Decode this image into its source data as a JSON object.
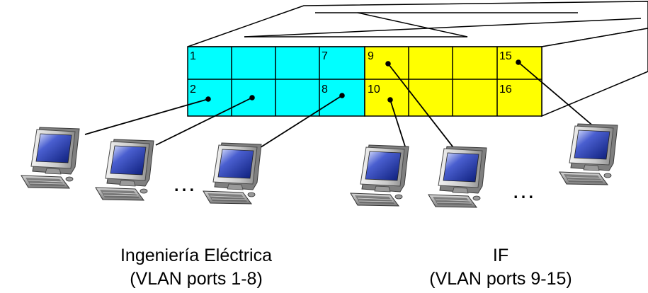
{
  "switch": {
    "colors": {
      "vlan_a": "#00ffff",
      "vlan_b": "#ffff00",
      "outline": "#000000"
    },
    "port_labels": {
      "p1": "1",
      "p2": "2",
      "p7": "7",
      "p8": "8",
      "p9": "9",
      "p10": "10",
      "p15": "15",
      "p16": "16"
    }
  },
  "groups": {
    "left": {
      "name": "Ingeniería Eléctrica",
      "ports": "(VLAN ports 1-8)",
      "ellipsis": "…"
    },
    "right": {
      "name": "IF",
      "ports": "(VLAN ports 9-15)",
      "ellipsis": "…"
    }
  },
  "icons": {
    "computer": "desktop-computer-icon"
  }
}
